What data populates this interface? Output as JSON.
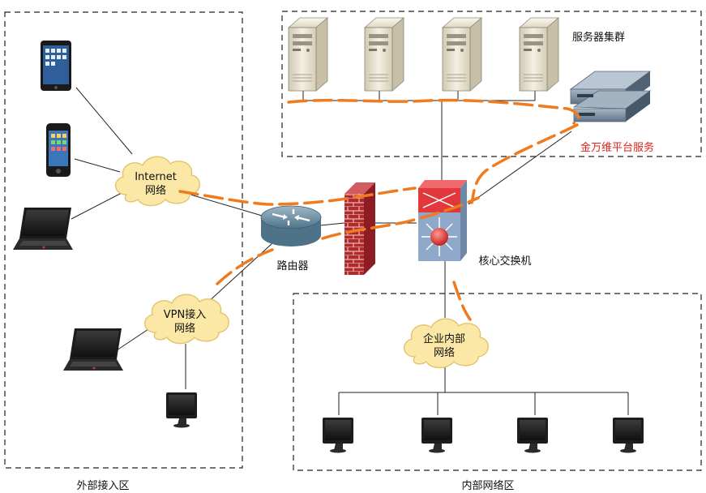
{
  "zones": {
    "external": "外部接入区",
    "internal": "内部网络区"
  },
  "server_cluster": {
    "label": "服务器集群",
    "count": 4
  },
  "platform_service": {
    "label": "金万维平台服务",
    "color": "#d9261c"
  },
  "clouds": {
    "internet": [
      "Internet",
      "网络"
    ],
    "vpn": [
      "VPN接入",
      "网络"
    ],
    "intranet": [
      "企业内部",
      "网络"
    ]
  },
  "devices": {
    "router": "路由器",
    "core_switch": "核心交换机"
  },
  "internal_workstations": 4,
  "colors": {
    "annotation": "#f07a1e",
    "cloud": "#fbe7a6",
    "cloud_stroke": "#e3c46a",
    "switch_red": "#e0383c",
    "switch_blue": "#8ea9c9",
    "firewall": "#b3282d"
  },
  "icons": [
    "tablet-icon",
    "smartphone-icon",
    "laptop-icon",
    "server-tower-icon",
    "rack-server-icon",
    "router-icon",
    "firewall-icon",
    "core-switch-icon",
    "desktop-monitor-icon",
    "cloud-icon"
  ]
}
